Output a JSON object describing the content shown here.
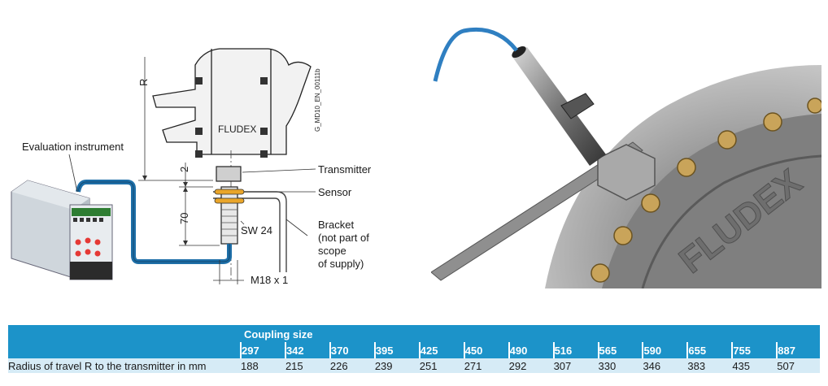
{
  "drawing": {
    "logo_text": "FLUDEX",
    "drawing_id": "G_MD10_EN_00111b",
    "dim_R": "R",
    "dim_2": "2",
    "dim_70": "70",
    "label_evaluation": "Evaluation instrument",
    "label_transmitter": "Transmitter",
    "label_sensor": "Sensor",
    "label_sw": "SW 24",
    "label_bracket_1": "Bracket",
    "label_bracket_2": "(not part of",
    "label_bracket_3": "scope",
    "label_bracket_4": "of supply)",
    "label_thread": "M18 x 1"
  },
  "photo": {
    "rim_text": "FLUDEX"
  },
  "table": {
    "header": "Coupling size",
    "row_label": "Radius of travel R to the transmitter in mm",
    "sizes": [
      "297",
      "342",
      "370",
      "395",
      "425",
      "450",
      "490",
      "516",
      "565",
      "590",
      "655",
      "755",
      "887"
    ],
    "radii": [
      "188",
      "215",
      "226",
      "239",
      "251",
      "271",
      "292",
      "307",
      "330",
      "346",
      "383",
      "435",
      "507"
    ]
  },
  "colors": {
    "accent": "#1c93c9",
    "row_bg": "#d6ebf6",
    "cable": "#1e6fa8"
  }
}
